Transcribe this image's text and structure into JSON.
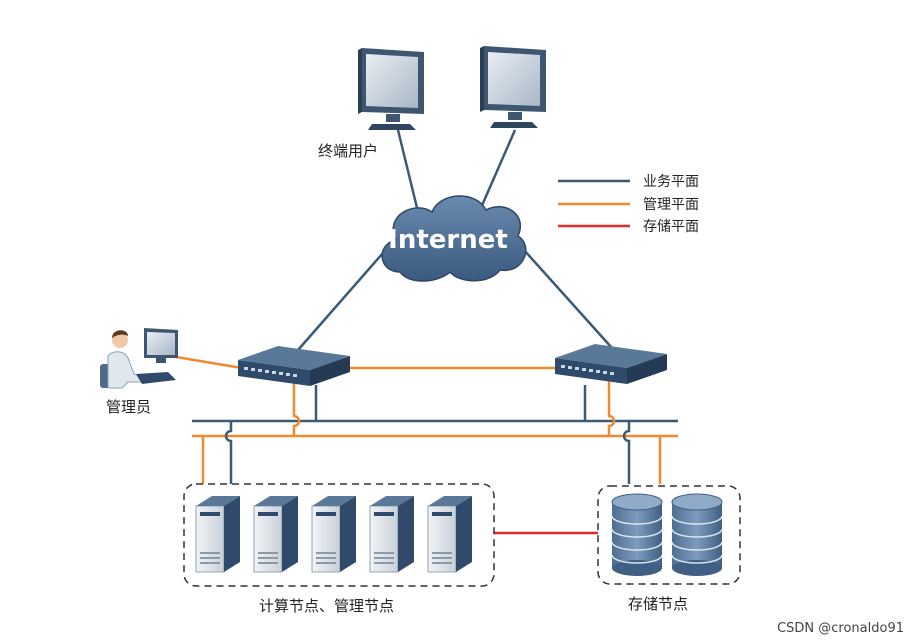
{
  "diagram": {
    "labels": {
      "terminal_users": "终端用户",
      "internet": "Internet",
      "admin": "管理员",
      "compute_nodes": "计算节点、管理节点",
      "storage_nodes": "存储节点"
    },
    "legend": [
      {
        "label": "业务平面",
        "color": "#3a5a78"
      },
      {
        "label": "管理平面",
        "color": "#f0892f"
      },
      {
        "label": "存储平面",
        "color": "#e02b2b"
      }
    ],
    "colors": {
      "business": "#3a5a78",
      "management": "#f0892f",
      "storage": "#e02b2b",
      "device_dark": "#2f4a6b",
      "cloud": "#4a6a92"
    }
  },
  "watermark": "CSDN @cronaldo91"
}
